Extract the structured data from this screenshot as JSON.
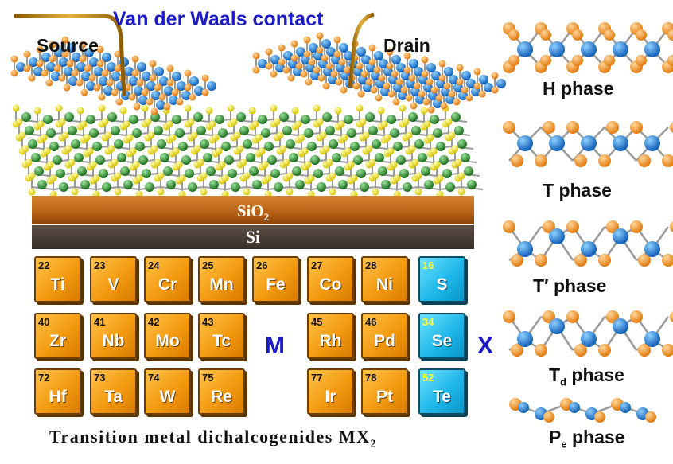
{
  "title": "Van der Waals contact",
  "electrodes": {
    "source": "Source",
    "drain": "Drain"
  },
  "substrate": {
    "sio2_main": "SiO",
    "sio2_sub": "2",
    "si": "Si"
  },
  "table": {
    "metal_label": "M",
    "chalcogen_label": "X",
    "metals": [
      {
        "num": "22",
        "sym": "Ti"
      },
      {
        "num": "23",
        "sym": "V"
      },
      {
        "num": "24",
        "sym": "Cr"
      },
      {
        "num": "25",
        "sym": "Mn"
      },
      {
        "num": "26",
        "sym": "Fe"
      },
      {
        "num": "27",
        "sym": "Co"
      },
      {
        "num": "28",
        "sym": "Ni"
      },
      {
        "num": "40",
        "sym": "Zr"
      },
      {
        "num": "41",
        "sym": "Nb"
      },
      {
        "num": "42",
        "sym": "Mo"
      },
      {
        "num": "43",
        "sym": "Tc"
      },
      {
        "num": "45",
        "sym": "Rh"
      },
      {
        "num": "46",
        "sym": "Pd"
      },
      {
        "num": "72",
        "sym": "Hf"
      },
      {
        "num": "73",
        "sym": "Ta"
      },
      {
        "num": "74",
        "sym": "W"
      },
      {
        "num": "75",
        "sym": "Re"
      },
      {
        "num": "77",
        "sym": "Ir"
      },
      {
        "num": "78",
        "sym": "Pt"
      }
    ],
    "chalcogens": [
      {
        "num": "16",
        "sym": "S"
      },
      {
        "num": "34",
        "sym": "Se"
      },
      {
        "num": "52",
        "sym": "Te"
      }
    ]
  },
  "caption": {
    "main": "Transition metal dichalcogenides MX",
    "sub": "2"
  },
  "phases": [
    {
      "label": "H phase",
      "main": "H",
      "sub": "",
      "rest": " phase"
    },
    {
      "label": "T phase",
      "main": "T",
      "sub": "",
      "rest": " phase"
    },
    {
      "label": "T′ phase",
      "main": "T′",
      "sub": "",
      "rest": " phase"
    },
    {
      "label": "Td phase",
      "main": "T",
      "sub": "d",
      "rest": " phase"
    },
    {
      "label": "Pe phase",
      "main": "P",
      "sub": "e",
      "rest": " phase"
    }
  ],
  "colors": {
    "metal_atom": "#1e7fd6",
    "chalcogen_atom": "#ef8a14",
    "channel_metal": "#2e8b2e",
    "channel_chalcogen": "#f0e020"
  }
}
